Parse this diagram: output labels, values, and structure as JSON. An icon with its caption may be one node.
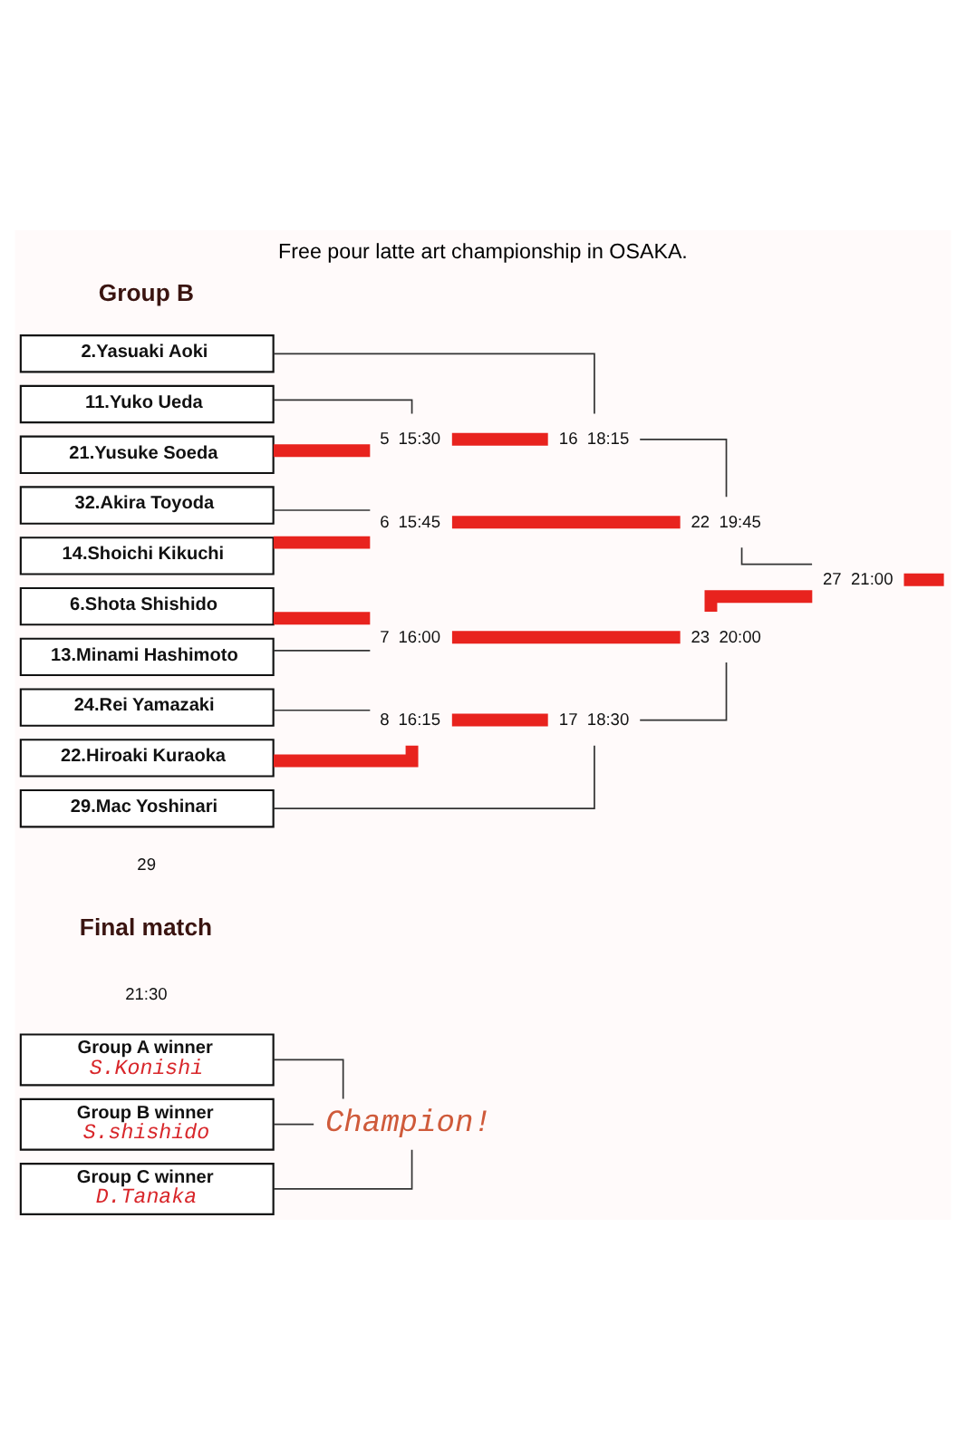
{
  "diagram": {
    "title": "Free pour latte art championship in OSAKA.",
    "nodes": [
      {
        "text": [
          "2.Yasuaki Aoki"
        ]
      },
      {
        "text": [
          "11.Yuko Ueda"
        ]
      },
      {
        "text": [
          "21.Yusuke Soeda"
        ]
      },
      {
        "text": [
          "32.Akira Toyoda"
        ]
      },
      {
        "text": [
          "14.Shoichi Kikuchi"
        ]
      },
      {
        "text": [
          "6.Shota Shishido"
        ]
      },
      {
        "text": [
          "13.Minami Hashimoto"
        ]
      },
      {
        "text": [
          "24.Rei Yamazaki"
        ]
      },
      {
        "text": [
          "22.Hiroaki Kuraoka"
        ]
      },
      {
        "text": [
          "29.Mac Yoshinari"
        ]
      },
      {
        "text": [
          "5"
        ],
        "beside": [
          "15:30"
        ]
      },
      {
        "text": [
          "6"
        ],
        "beside": [
          "15:45"
        ]
      },
      {
        "text": [
          "7"
        ],
        "beside": [
          "16:00"
        ]
      },
      {
        "text": [
          "8"
        ],
        "beside": [
          "16:15"
        ]
      },
      {
        "text": [
          "16"
        ],
        "beside": [
          "18:15"
        ]
      },
      {
        "text": [
          "17"
        ],
        "beside": [
          "18:30"
        ]
      },
      {
        "text": [
          "22"
        ],
        "beside": [
          "19:45"
        ]
      },
      {
        "text": [
          "23"
        ],
        "beside": [
          "20:00"
        ]
      },
      {
        "text": [
          "27"
        ],
        "beside": [
          "21:00"
        ]
      },
      {
        "text": [
          "Group A winner",
          "S.Konishi"
        ]
      },
      {
        "text": [
          "Group B winner",
          "S.shishido"
        ]
      },
      {
        "text": [
          "Group C winner",
          "D.Tanaka"
        ]
      },
      {
        "text": [
          "Champion!"
        ]
      }
    ],
    "edges": [
      {
        "from": 1,
        "to": 10,
        "arrow": "none"
      },
      {
        "from": 2,
        "to": 10,
        "arrow": "none",
        "style": "thick",
        "color": "#e8231e"
      },
      {
        "from": 3,
        "to": 11,
        "arrow": "none"
      },
      {
        "from": 4,
        "to": 11,
        "arrow": "none",
        "style": "thick",
        "color": "#e8231e"
      },
      {
        "from": 5,
        "to": 12,
        "arrow": "none",
        "style": "thick",
        "color": "#e8231e"
      },
      {
        "from": 6,
        "to": 12,
        "arrow": "none"
      },
      {
        "from": 7,
        "to": 13,
        "arrow": "none"
      },
      {
        "from": 8,
        "to": 13,
        "arrow": "none",
        "style": "thick",
        "color": "#e8231e"
      },
      {
        "from": 0,
        "to": 14,
        "arrow": "none"
      },
      {
        "from": 10,
        "to": 14,
        "arrow": "none",
        "style": "thick",
        "color": "#e8231e"
      },
      {
        "from": 13,
        "to": 15,
        "arrow": "none",
        "style": "thick",
        "color": "#e8231e"
      },
      {
        "from": 9,
        "to": 15,
        "arrow": "none"
      },
      {
        "from": 14,
        "to": 16,
        "arrow": "none"
      },
      {
        "from": 11,
        "to": 16,
        "arrow": "none",
        "style": "thick",
        "color": "#e8231e"
      },
      {
        "from": 12,
        "to": 17,
        "arrow": "none",
        "style": "thick",
        "color": "#e8231e"
      },
      {
        "from": 15,
        "to": 17,
        "arrow": "none"
      },
      {
        "from": 16,
        "to": 18,
        "arrow": "none"
      },
      {
        "from": 17,
        "to": 18,
        "arrow": "none",
        "style": "thick",
        "color": "#e8231e"
      },
      {
        "from": 18,
        "to": null,
        "arrow": "none",
        "style": "thick",
        "color": "#e8231e"
      },
      {
        "from": 19,
        "to": 22,
        "arrow": "none"
      },
      {
        "from": 20,
        "to": 22,
        "arrow": "none"
      },
      {
        "from": 21,
        "to": 22,
        "arrow": "none"
      }
    ],
    "labels": [
      "Group B",
      "29",
      "Final match",
      "21:30"
    ]
  }
}
